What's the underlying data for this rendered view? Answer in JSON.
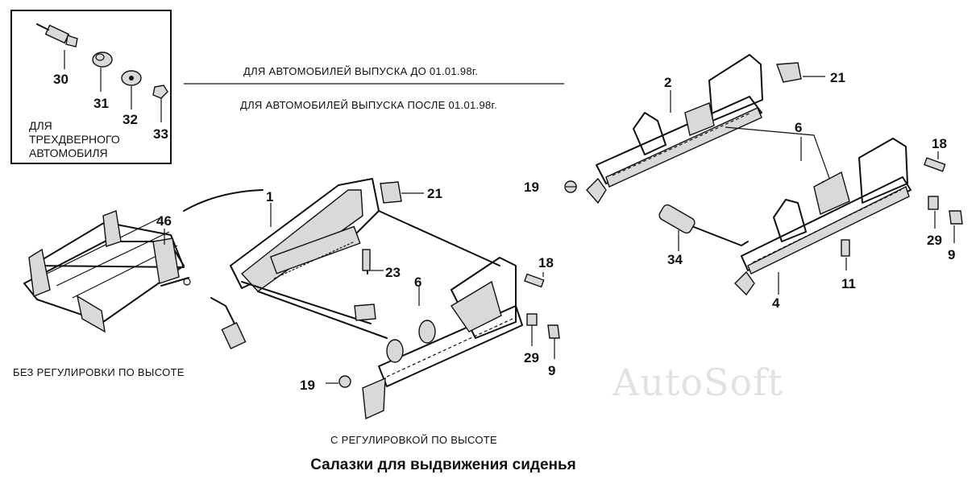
{
  "inset": {
    "note_lines": [
      "ДЛЯ",
      "ТРЕХДВЕРНОГО",
      "АВТОМОБИЛЯ"
    ]
  },
  "captions": {
    "before": "ДЛЯ АВТОМОБИЛЕЙ  ВЫПУСКА ДО 01.01.98г.",
    "after": "ДЛЯ АВТОМОБИЛЕЙ  ВЫПУСКА ПОСЛЕ  01.01.98г.",
    "no_height": "БЕЗ РЕГУЛИРОВКИ ПО ВЫСОТЕ",
    "with_height": "С РЕГУЛИРОВКОЙ ПО ВЫСОТЕ"
  },
  "callouts": [
    "30",
    "31",
    "32",
    "33",
    "46",
    "1",
    "21",
    "23",
    "6",
    "18",
    "29",
    "9",
    "19",
    "2",
    "21",
    "6",
    "18",
    "19",
    "29",
    "34",
    "11",
    "4",
    "9"
  ],
  "title": "Салазки для выдвижения сиденья",
  "watermark": "AutoSoft"
}
